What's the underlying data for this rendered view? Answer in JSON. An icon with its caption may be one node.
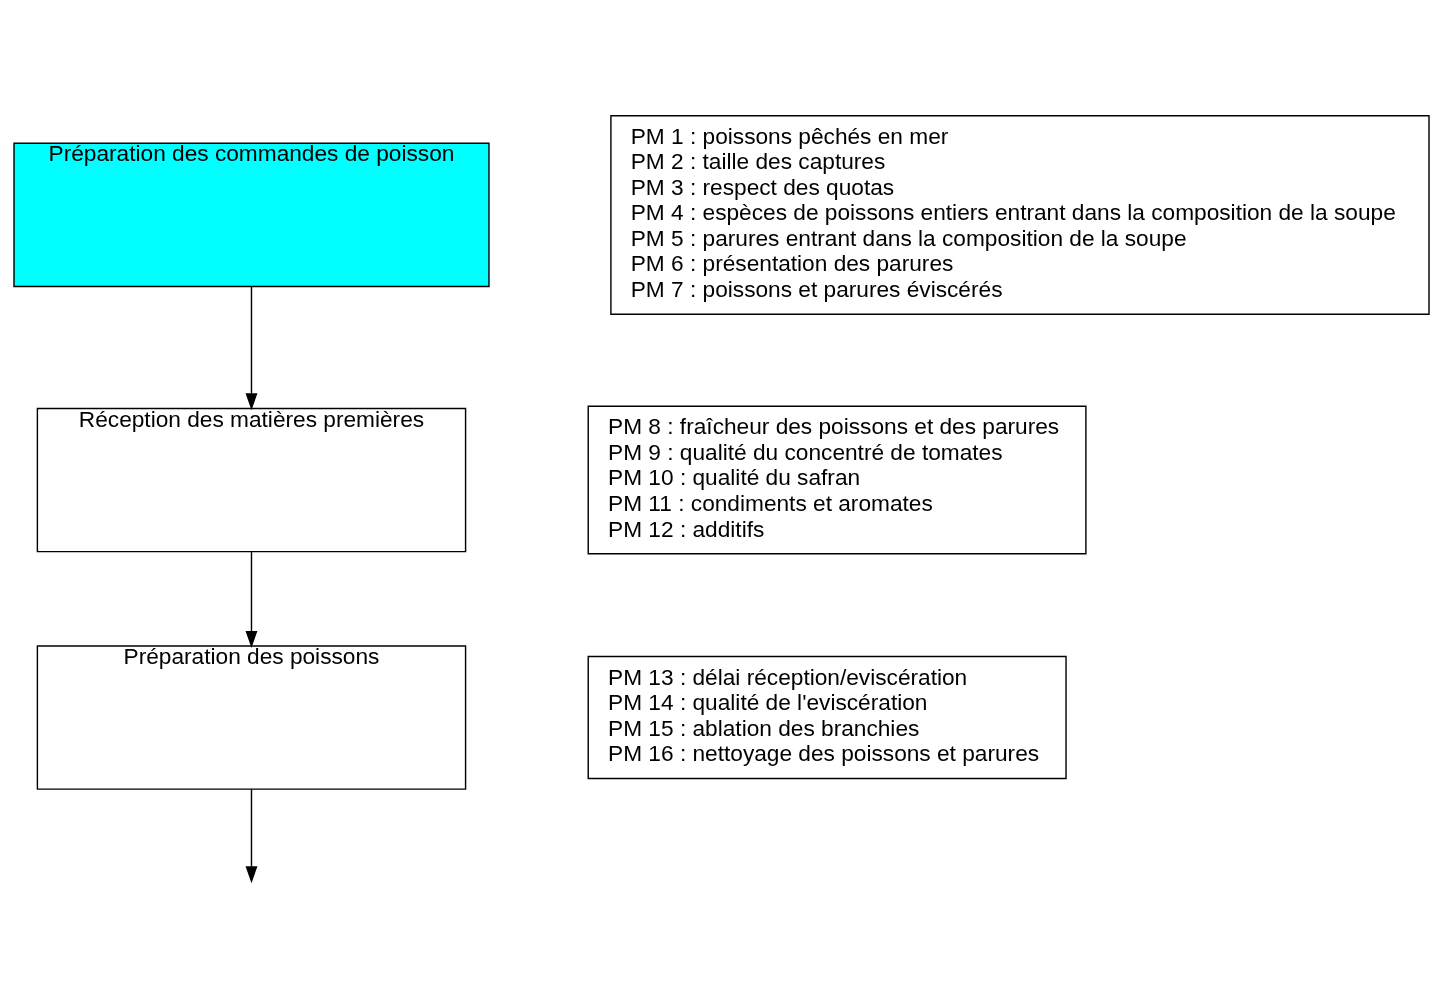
{
  "diagram": {
    "nodes": [
      {
        "text": [
          "Préparation des commandes de poisson"
        ]
      },
      {
        "text": [
          "Réception des matières premières"
        ]
      },
      {
        "text": [
          "Préparation des poissons"
        ]
      },
      {
        "text": [
          "PM 1 : poissons pêchés en mer",
          "PM 2 : taille des captures",
          "PM 3 : respect des quotas",
          "PM 4 : espèces de poissons entiers entrant dans la composition de la soupe",
          "PM 5 : parures entrant dans la composition de la soupe",
          "PM 6 : présentation des parures",
          "PM 7 : poissons et parures éviscérés"
        ]
      },
      {
        "text": [
          "PM 8 : fraîcheur des poissons et des parures",
          "PM 9 : qualité du concentré de tomates",
          "PM 10 : qualité du safran",
          "PM 11 : condiments et aromates",
          "PM 12 : additifs"
        ]
      },
      {
        "text": [
          "PM 13 : délai réception/eviscération",
          "PM 14 : qualité de l'eviscération",
          "PM 15 : ablation des branchies",
          "PM 16 : nettoyage des poissons et parures"
        ]
      }
    ],
    "edges": [
      {
        "from": 0,
        "to": 1,
        "arrow": "to"
      },
      {
        "from": 1,
        "to": 2,
        "arrow": "to"
      },
      {
        "from": 2,
        "to": null,
        "arrow": "to"
      }
    ]
  }
}
